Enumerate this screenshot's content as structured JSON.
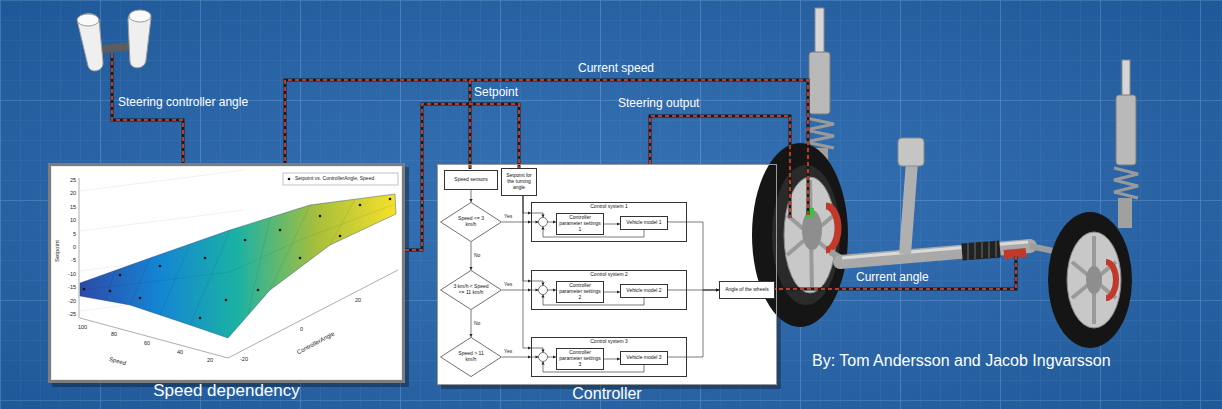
{
  "diagram": {
    "nodes": [
      {
        "text": [
          "Speed dependency"
        ]
      },
      {
        "text": [
          "Controller"
        ]
      },
      {
        "text": [
          "Speed sensors"
        ],
        "in": 1
      },
      {
        "text": [
          "Setpoint for the turning angle"
        ],
        "in": 1
      },
      {
        "text": [
          "Speed <= 3 km/h"
        ],
        "in": 1
      },
      {
        "text": [
          "Control system 1"
        ],
        "in": 1
      },
      {
        "text": [
          "Controller parameter settings 1"
        ],
        "in": 5
      },
      {
        "text": [
          "Vehicle model 1"
        ],
        "in": 5
      },
      {
        "text": [
          "3 km/h < Speed <= 11 km/h"
        ],
        "in": 1
      },
      {
        "text": [
          "Control system 2"
        ],
        "in": 1
      },
      {
        "text": [
          "Controller parameter settings 2"
        ],
        "in": 9
      },
      {
        "text": [
          "Vehicle model 2"
        ],
        "in": 9
      },
      {
        "text": [
          "Speed > 11 km/h"
        ],
        "in": 1
      },
      {
        "text": [
          "Control system 3"
        ],
        "in": 1
      },
      {
        "text": [
          "Controller parameter settings 3"
        ],
        "in": 13
      },
      {
        "text": [
          "Vehicle model 3"
        ],
        "in": 13
      },
      {
        "text": [
          "Angle of the wheels"
        ],
        "in": 1
      }
    ],
    "edges": [
      {
        "from": 0,
        "to": 3,
        "label": "Setpoint",
        "arrow": "none"
      },
      {
        "from": 2,
        "to": 4,
        "arrow": "to"
      },
      {
        "from": 4,
        "to": 5,
        "label": "Yes",
        "arrow": "to"
      },
      {
        "from": 4,
        "to": 8,
        "label": "No",
        "arrow": "to"
      },
      {
        "from": 8,
        "to": 9,
        "label": "Yes",
        "arrow": "to"
      },
      {
        "from": 8,
        "to": 12,
        "label": "No",
        "arrow": "to"
      },
      {
        "from": 12,
        "to": 13,
        "label": "Yes",
        "arrow": "to"
      },
      {
        "from": 3,
        "to": 5,
        "arrow": "to"
      },
      {
        "from": 3,
        "to": 9,
        "arrow": "to"
      },
      {
        "from": 3,
        "to": 13,
        "arrow": "to"
      },
      {
        "from": 6,
        "to": 7,
        "arrow": "to"
      },
      {
        "from": 10,
        "to": 11,
        "arrow": "to"
      },
      {
        "from": 14,
        "to": 15,
        "arrow": "to"
      },
      {
        "from": 5,
        "to": 16,
        "arrow": "to"
      },
      {
        "from": 9,
        "to": 16,
        "arrow": "to"
      },
      {
        "from": 13,
        "to": 16,
        "arrow": "to"
      }
    ],
    "labels": [
      "Steering controller angle",
      "Current speed",
      "Steering output",
      "Current angle",
      "By: Tom Andersson and Jacob Ingvarsson",
      "Setpoint",
      "25",
      "20",
      "15",
      "10",
      "5",
      "0",
      "-5",
      "-10",
      "-15",
      "-20",
      "-25",
      "Speed",
      "100",
      "80",
      "60",
      "40",
      "20",
      "ControllerAngle",
      "-20",
      "0",
      "20"
    ],
    "legend": [
      {
        "text": "Setpoint vs. ControllerAngle, Speed"
      }
    ]
  }
}
